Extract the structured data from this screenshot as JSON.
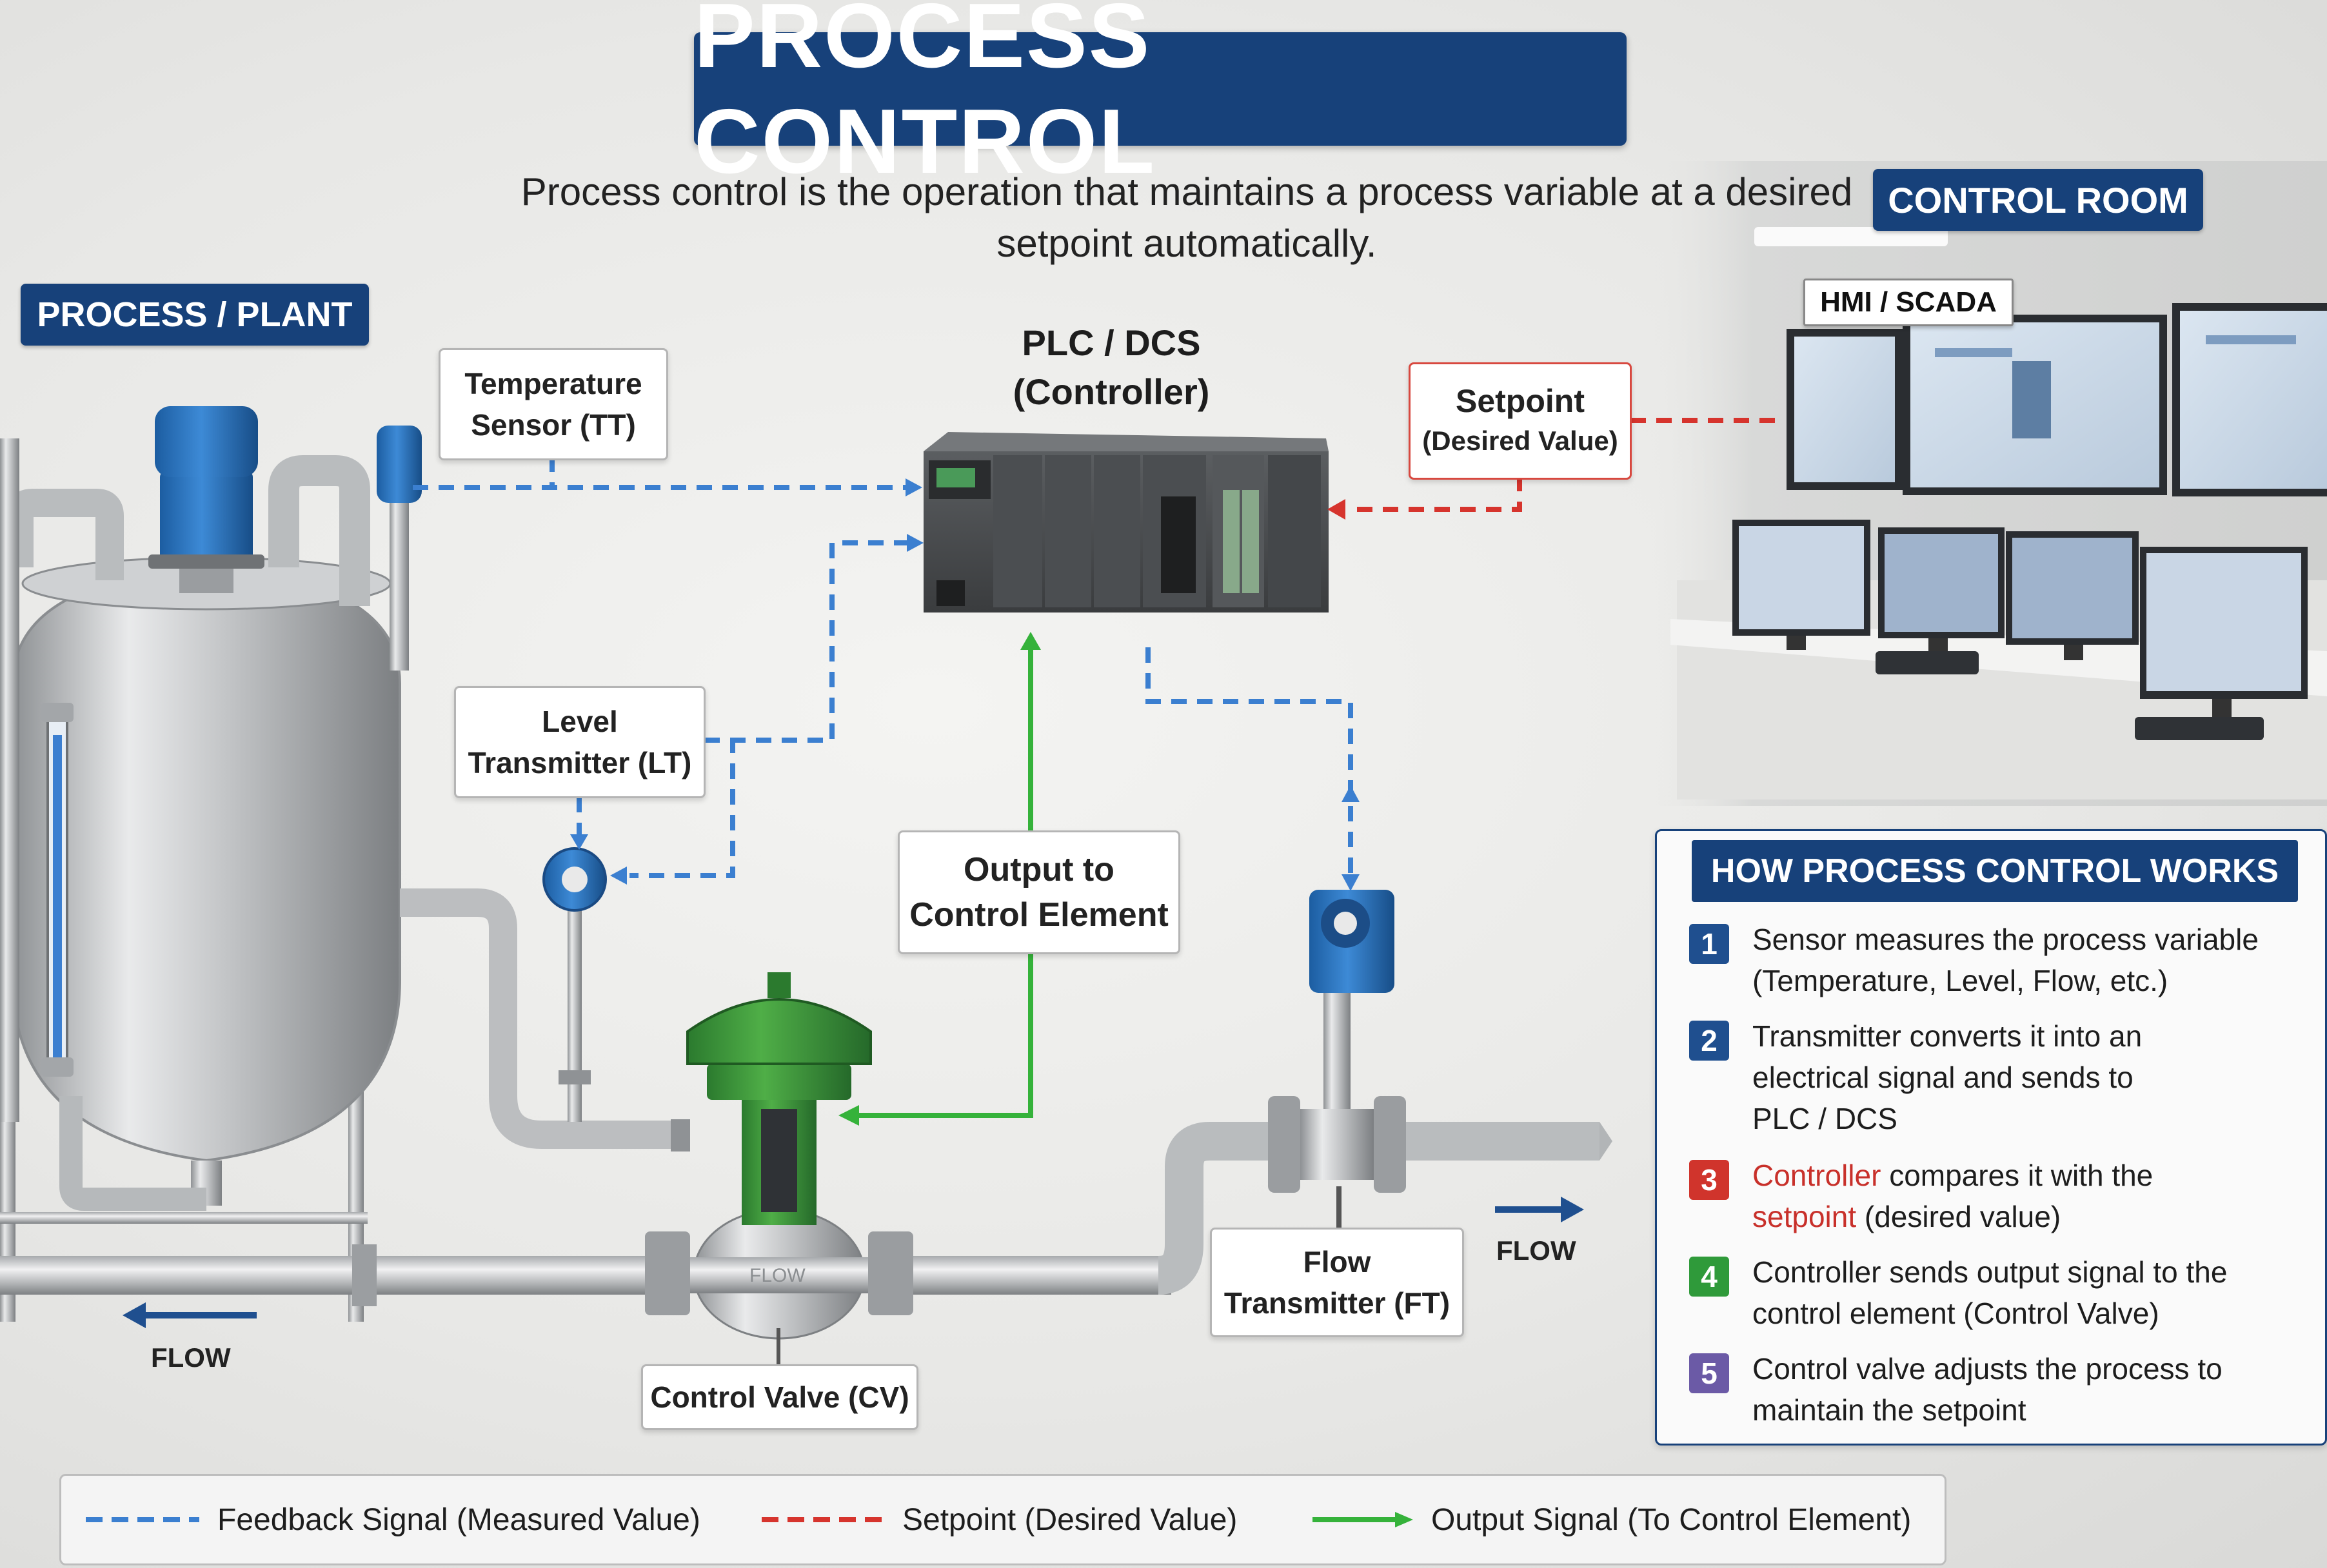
{
  "title": "PROCESS CONTROL",
  "subtitle": "Process control is the operation that maintains a process variable at a desired setpoint automatically.",
  "sections": {
    "plant": "PROCESS / PLANT",
    "control_room": "CONTROL ROOM",
    "hmi": "HMI / SCADA"
  },
  "controller": {
    "line1": "PLC / DCS",
    "line2": "(Controller)"
  },
  "labels": {
    "temperature_sensor": {
      "line1": "Temperature",
      "line2": "Sensor (TT)"
    },
    "level_transmitter": {
      "line1": "Level",
      "line2": "Transmitter (LT)"
    },
    "output": {
      "line1": "Output to",
      "line2": "Control Element"
    },
    "setpoint": {
      "line1": "Setpoint",
      "line2": "(Desired Value)"
    },
    "flow_transmitter": {
      "line1": "Flow",
      "line2": "Transmitter (FT)"
    },
    "control_valve": "Control Valve (CV)",
    "valve_body_text": "FLOW",
    "flow_left": "FLOW",
    "flow_right": "FLOW"
  },
  "how_it_works": {
    "header": "HOW PROCESS CONTROL WORKS",
    "steps": [
      {
        "num": "1",
        "color": "#1f4f8f",
        "a": "Sensor measures the process variable",
        "b": "(Temperature, Level, Flow, etc.)"
      },
      {
        "num": "2",
        "color": "#1f4f8f",
        "a": "Transmitter converts it into an",
        "b": "electrical signal and sends to",
        "c": "PLC / DCS"
      },
      {
        "num": "3",
        "color": "#d0342c",
        "pre": "Controller",
        "a": " compares it with the",
        "bpre": "setpoint",
        "b": " (desired value)"
      },
      {
        "num": "4",
        "color": "#2f9a3a",
        "a": "Controller sends output signal to the",
        "b": "control element (Control Valve)"
      },
      {
        "num": "5",
        "color": "#6b5aa6",
        "a": "Control valve adjusts the process to",
        "b": "maintain the setpoint"
      }
    ]
  },
  "legend": {
    "feedback": "Feedback Signal (Measured Value)",
    "setpoint": "Setpoint (Desired Value)",
    "output": "Output Signal (To Control Element)"
  },
  "colors": {
    "feedback": "#3b7fd0",
    "setpoint": "#d6342d",
    "output": "#35b23a",
    "brand": "#17417a"
  }
}
